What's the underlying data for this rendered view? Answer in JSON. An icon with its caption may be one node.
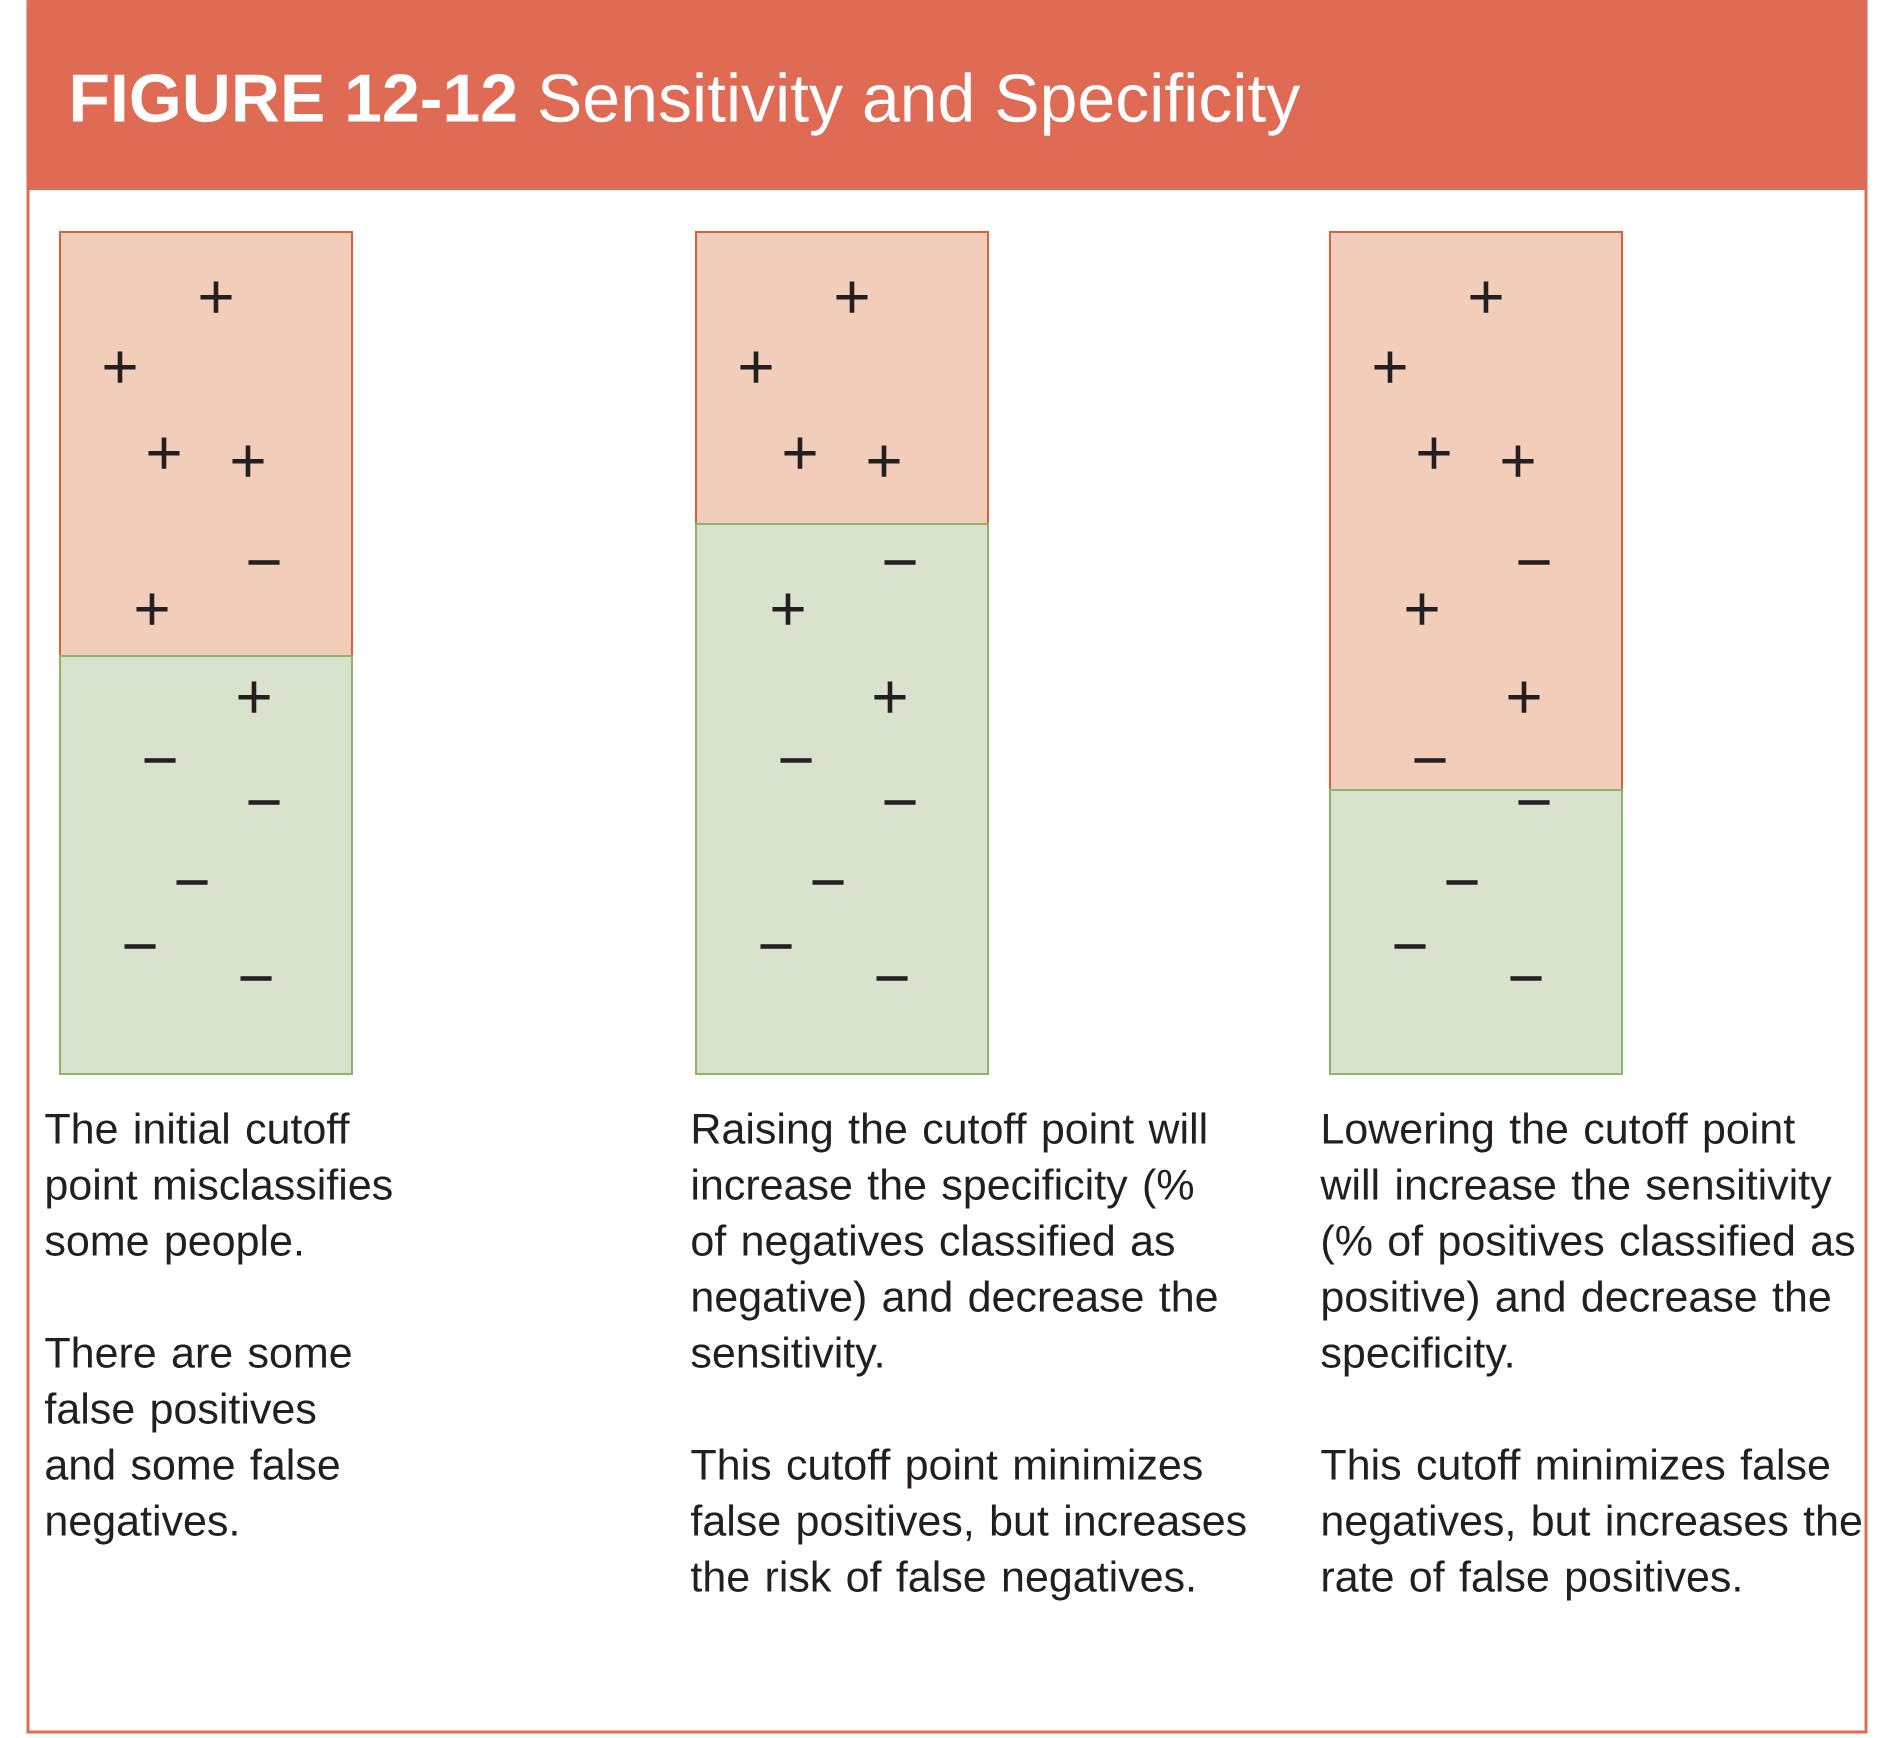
{
  "diagram": {
    "title": "**FIGURE 12-12** Sensitivity and Specificity",
    "nodes": [
      {
        "text": [
          "+",
          "+",
          "+",
          "+",
          "−",
          "+"
        ]
      },
      {
        "text": [
          "+",
          "−",
          "−",
          "−",
          "−",
          "−"
        ]
      },
      {
        "text": [
          "+",
          "+",
          "+",
          "+"
        ]
      },
      {
        "text": [
          "−",
          "+",
          "+",
          "−",
          "−",
          "−",
          "−",
          "−"
        ]
      },
      {
        "text": [
          "+",
          "+",
          "+",
          "+",
          "−",
          "+",
          "+",
          "−"
        ]
      },
      {
        "text": [
          "−",
          "−",
          "−",
          "−"
        ]
      }
    ],
    "labels": [
      "The initial cutoff point misclassifies some people.",
      "There are some false positives and some false negatives.",
      "Raising the cutoff point will increase the specificity (% of negatives classified as negative) and decrease the sensitivity.",
      "This cutoff point minimizes false positives, but increases the risk of false negatives.",
      "Lowering the cutoff point will increase the sensitivity (% of positives classified as positive) and decrease the specificity.",
      "This cutoff minimizes false negatives, but increases the rate of false positives."
    ]
  }
}
